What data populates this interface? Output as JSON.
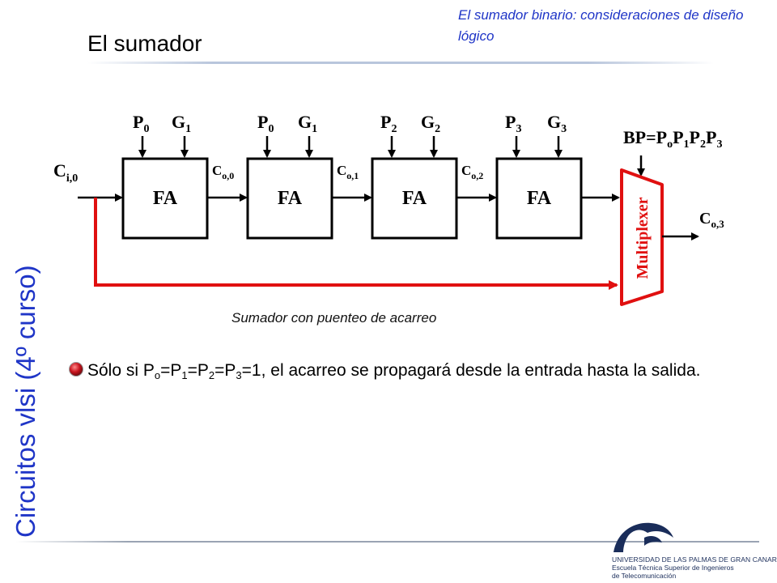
{
  "side_title": "Circuitos vlsi (4º curso)",
  "slide_title": "El sumador",
  "header_note": "El sumador binario: consideraciones de diseño lógico",
  "diagram": {
    "carry_in": {
      "base": "C",
      "sub": "i,0"
    },
    "adders": [
      {
        "label": "FA",
        "inputs": [
          {
            "base": "P",
            "sub": "0"
          },
          {
            "base": "G",
            "sub": "1"
          }
        ]
      },
      {
        "label": "FA",
        "inputs": [
          {
            "base": "P",
            "sub": "0"
          },
          {
            "base": "G",
            "sub": "1"
          }
        ]
      },
      {
        "label": "FA",
        "inputs": [
          {
            "base": "P",
            "sub": "2"
          },
          {
            "base": "G",
            "sub": "2"
          }
        ]
      },
      {
        "label": "FA",
        "inputs": [
          {
            "base": "P",
            "sub": "3"
          },
          {
            "base": "G",
            "sub": "3"
          }
        ]
      }
    ],
    "carries": [
      {
        "base": "C",
        "sub": "o,0"
      },
      {
        "base": "C",
        "sub": "o,1"
      },
      {
        "base": "C",
        "sub": "o,2"
      }
    ],
    "bypass_select": "BP=P_oP_1P_2P_3",
    "multiplexer_label": "Multiplexer",
    "carry_out": {
      "base": "C",
      "sub": "o,3"
    },
    "colors": {
      "bypass_path": "#e01010",
      "block_stroke": "#000000"
    }
  },
  "caption": "Sumador con puenteo de acarreo",
  "bullet": {
    "lead": "Sólo si P",
    "s0": "o",
    "eq1": "=P",
    "s1": "1",
    "eq2": "=P",
    "s2": "2",
    "eq3": "=P",
    "s3": "3",
    "tail": "=1, el acarreo se propagará desde la entrada hasta la salida."
  },
  "logo": {
    "line1": "UNIVERSIDAD DE LAS PALMAS DE GRAN CANARIA",
    "line2": "Escuela Técnica Superior de Ingenieros",
    "line3": "de Telecomunicación"
  },
  "colors": {
    "accent_blue": "#1f35c7",
    "bullet_red": "#c8141e"
  }
}
